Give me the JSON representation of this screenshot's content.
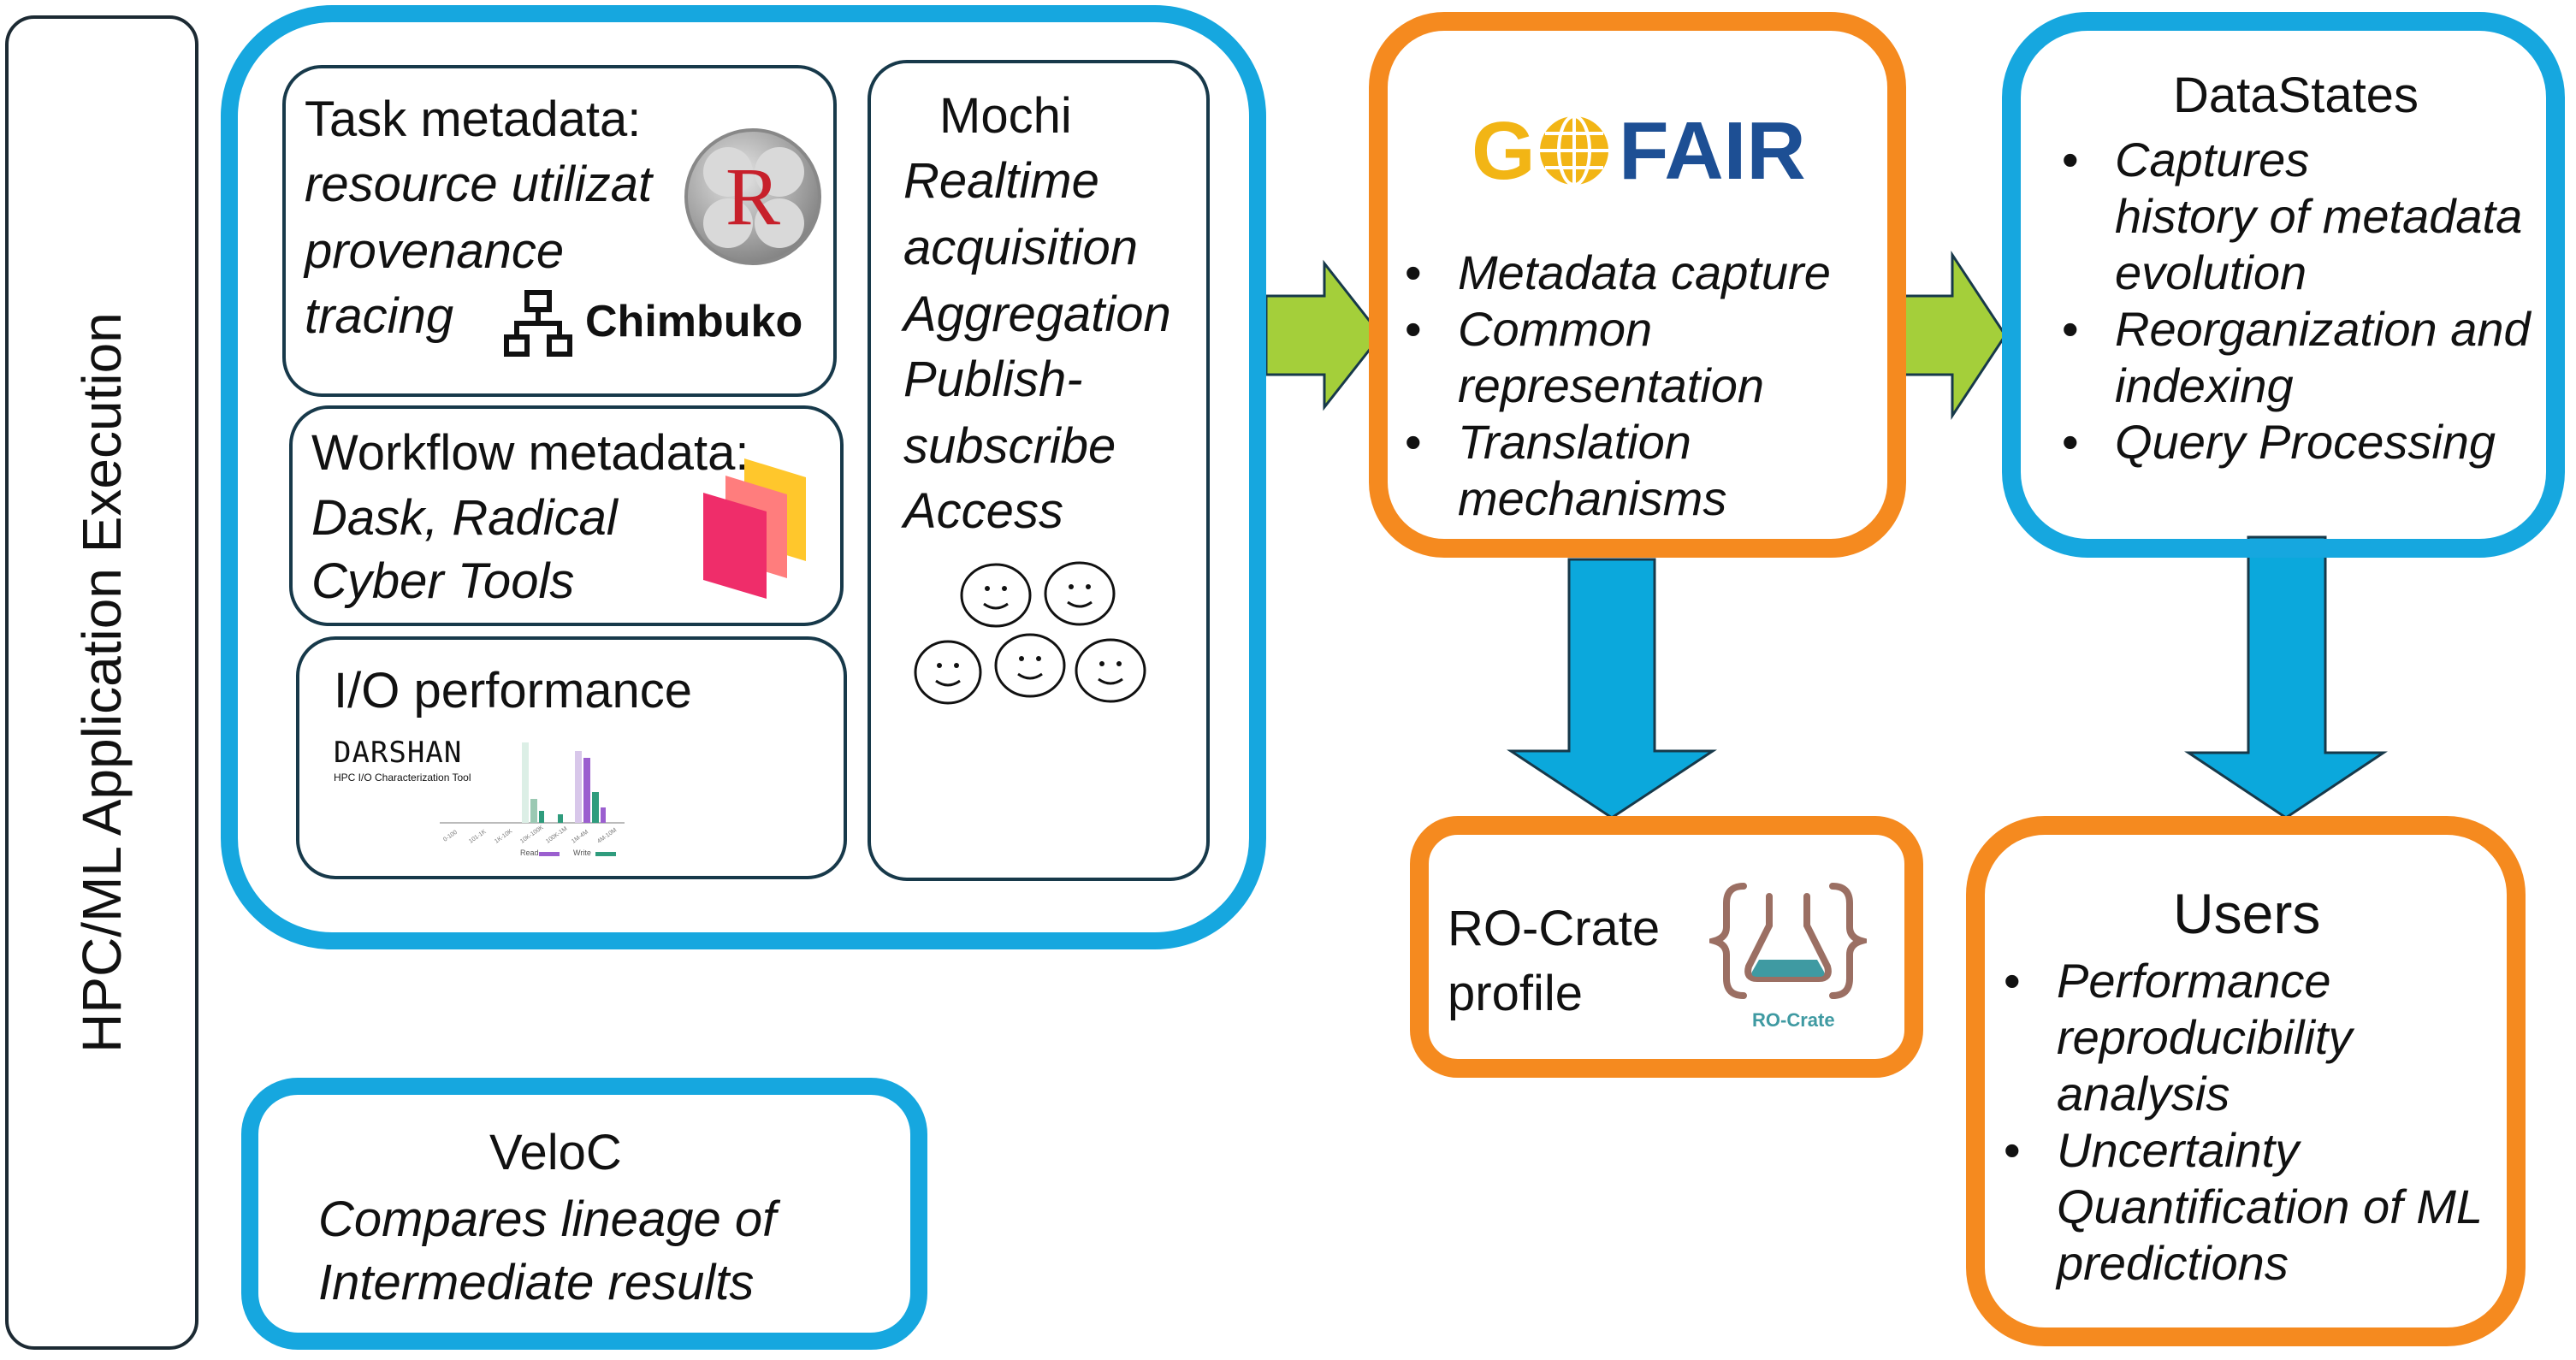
{
  "sidebar": {
    "label": "HPC/ML Application Execution"
  },
  "task": {
    "title": "Task metadata:",
    "lines": [
      "resource utilizat",
      "provenance",
      "tracing"
    ],
    "r_logo": "R",
    "chimbuko": "Chimbuko"
  },
  "workflow": {
    "title": "Workflow metadata:",
    "lines": [
      "Dask, Radical",
      "Cyber Tools"
    ]
  },
  "io": {
    "title": "I/O performance",
    "darshan": "DARSHAN",
    "darshan_sub": "HPC I/O Characterization Tool",
    "legend_read": "Read",
    "legend_write": "Write"
  },
  "mochi": {
    "title": "Mochi",
    "lines": [
      "Realtime",
      "acquisition",
      "Aggregation",
      "Publish-",
      "subscribe",
      "Access"
    ]
  },
  "veloc": {
    "title": "VeloC",
    "lines": [
      "Compares lineage of",
      "Intermediate results"
    ]
  },
  "gofair": {
    "logo_go": "G",
    "logo_fair": "FAIR",
    "bullets": [
      "Metadata capture",
      "Common",
      "representation",
      "Translation",
      "mechanisms"
    ]
  },
  "datastates": {
    "title": "DataStates",
    "lines": [
      "Captures",
      "history of  metadata",
      "evolution",
      "Reorganization and",
      "indexing",
      "Query Processing"
    ]
  },
  "rocrate": {
    "lines": [
      "RO-Crate",
      "profile"
    ],
    "logo_text": "RO-Crate"
  },
  "users": {
    "title": "Users",
    "lines": [
      "Performance",
      "reproducibility",
      "analysis",
      "Uncertainty",
      "Quantification of ML",
      "predictions"
    ]
  },
  "colors": {
    "blue": "#16a7df",
    "orange": "#f58a1f",
    "green_arrow": "#a4cf3a",
    "blue_arrow": "#0ba8dc"
  }
}
